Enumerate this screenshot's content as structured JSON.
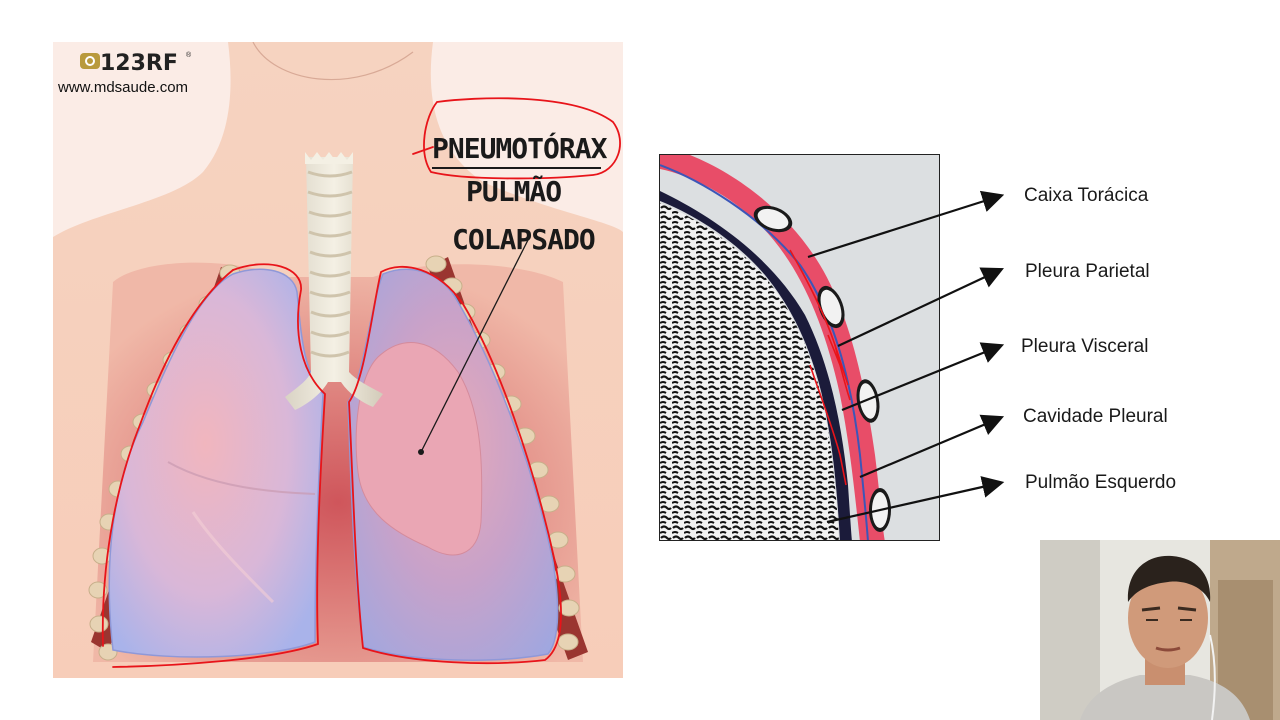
{
  "illustration": {
    "logo_brand": "123RF",
    "logo_registered": "®",
    "logo_url": "www.mdsaude.com",
    "title_lines": [
      "PNEUMOTÓRAX",
      "PULMÃO",
      "COLAPSADO"
    ]
  },
  "microscopy": {
    "labels": [
      "Caixa Torácica",
      "Pleura Parietal",
      "Pleura Visceral",
      "Cavidade Pleural",
      "Pulmão Esquerdo"
    ]
  },
  "webcam": {
    "subject": "presenter"
  },
  "colors": {
    "annotation_red": "#e8141a",
    "pleura_pink": "#e8506a",
    "lung_blue": "#aeb6e8",
    "skin": "#f7d1bf"
  }
}
